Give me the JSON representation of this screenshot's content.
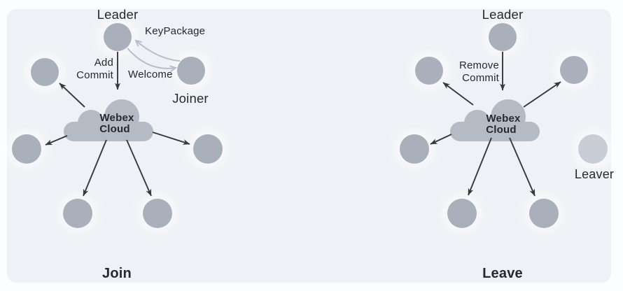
{
  "colors": {
    "page_bg": "#fbfdff",
    "panel_bg": "#eef1f5",
    "node": "#a9b0bc",
    "leaver_node": "#c8cdd6",
    "cloud": "#b5bbc5",
    "dark_arrow": "#35383d",
    "light_arrow": "#b8bec9",
    "halo": "#ffffff",
    "text": "#26292e"
  },
  "join": {
    "caption": "Join",
    "leader_label": "Leader",
    "joiner_label": "Joiner",
    "cloud_label_line1": "Webex",
    "cloud_label_line2": "Cloud",
    "keypackage_label": "KeyPackage",
    "welcome_label": "Welcome",
    "add_commit_line1": "Add",
    "add_commit_line2": "Commit"
  },
  "leave": {
    "caption": "Leave",
    "leader_label": "Leader",
    "leaver_label": "Leaver",
    "cloud_label_line1": "Webex",
    "cloud_label_line2": "Cloud",
    "remove_commit_line1": "Remove",
    "remove_commit_line2": "Commit"
  }
}
